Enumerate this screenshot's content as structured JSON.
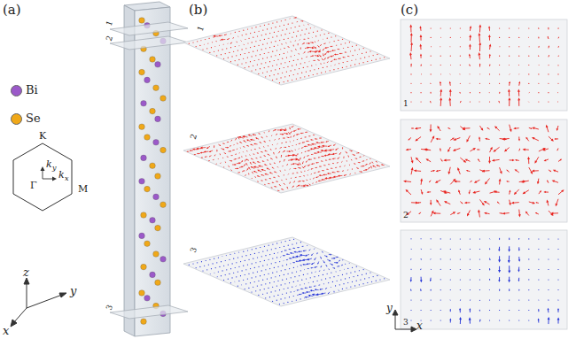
{
  "diagram": {
    "labels": [
      "(a)",
      "(b)",
      "(c)",
      "K",
      "M",
      "Γ",
      "k",
      "y",
      "k",
      "x",
      "z",
      "y",
      "x",
      "1",
      "2",
      "3",
      "1",
      "2",
      "3",
      "1",
      "2",
      "3",
      "y",
      "x"
    ],
    "legend": [
      {
        "text": "Bi",
        "color": "#9b59c9"
      },
      {
        "text": "Se",
        "color": "#f0a818"
      }
    ]
  }
}
